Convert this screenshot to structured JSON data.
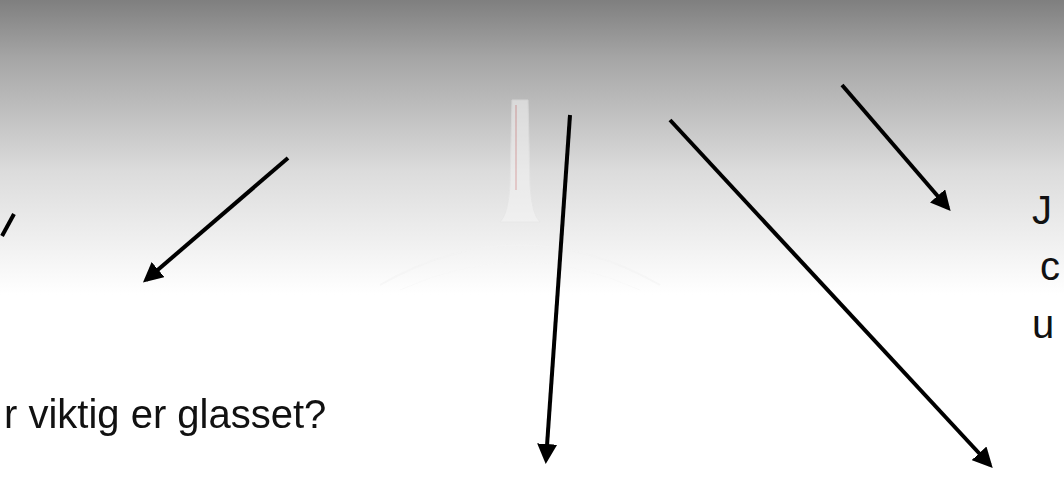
{
  "diagram": {
    "labels": [
      "r viktig er glasset?",
      "J",
      "c",
      "u"
    ]
  }
}
